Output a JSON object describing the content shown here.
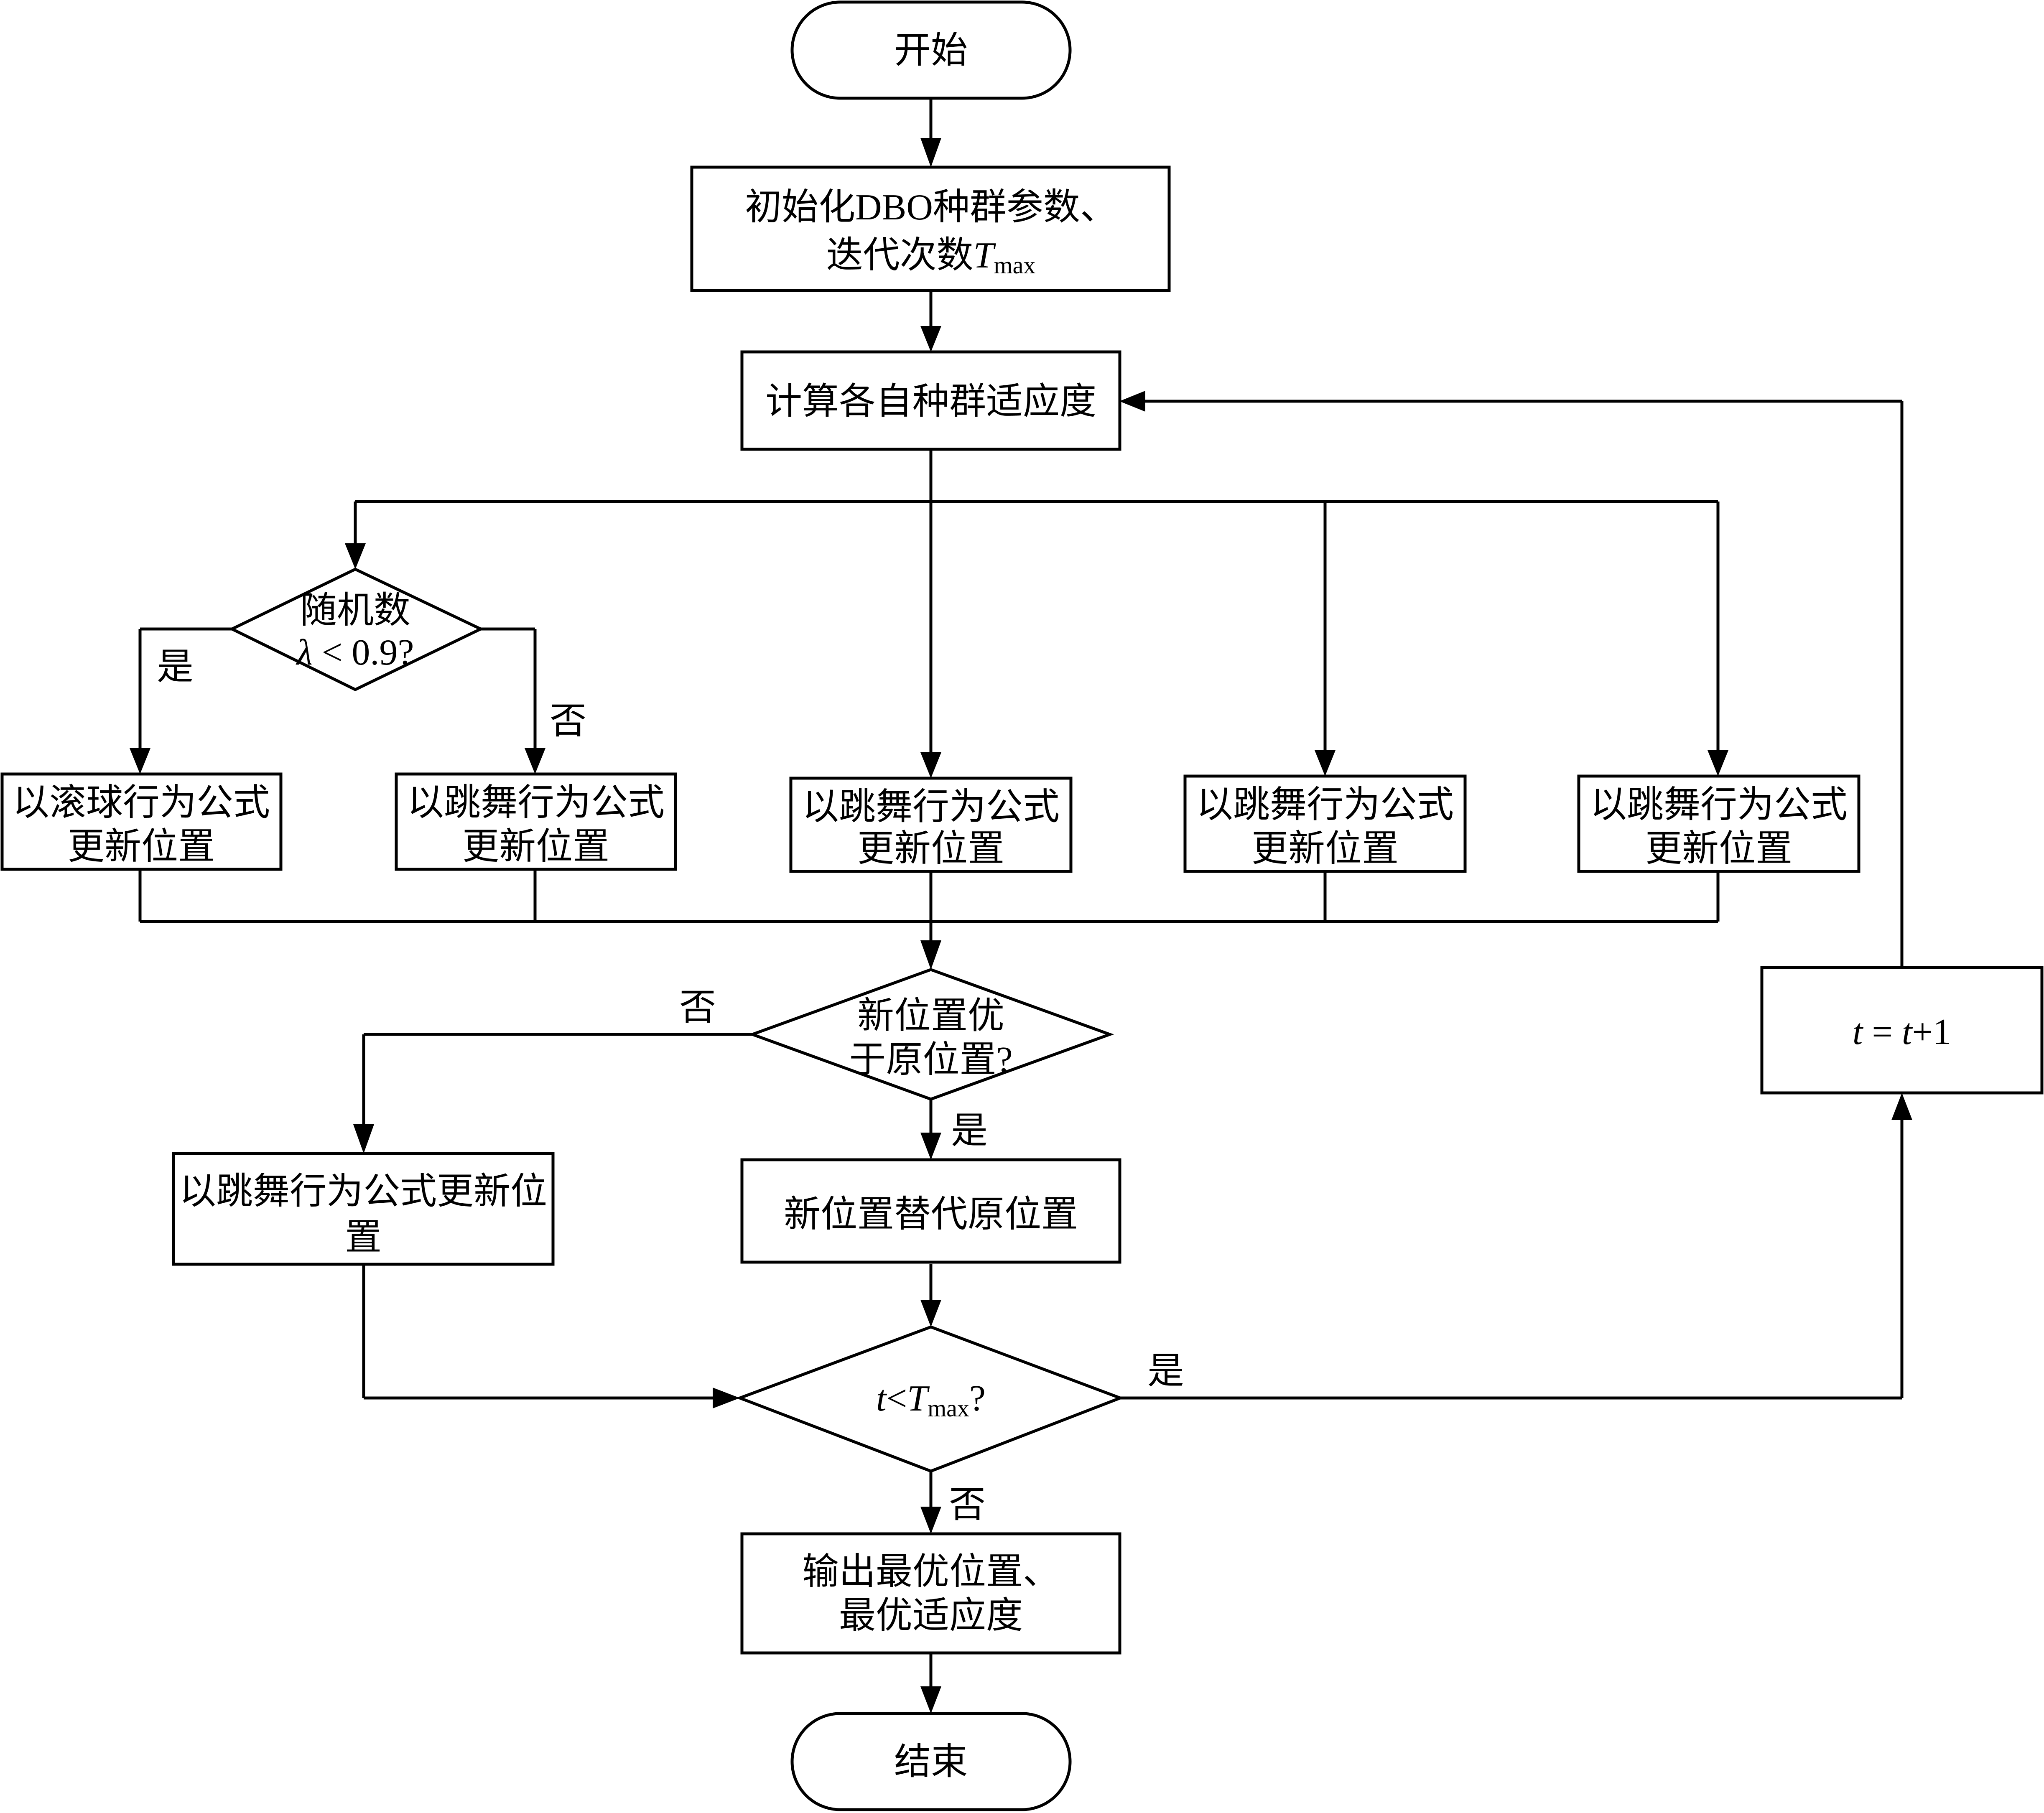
{
  "nodes": {
    "start": "开始",
    "init_line1": "初始化DBO种群参数、",
    "init_line2_prefix": "迭代次数",
    "t_var": "T",
    "max_sub": "max",
    "fitness": "计算各自种群适应度",
    "random_line1": "随机数",
    "lambda": "λ",
    "random_cond": " < 0.9?",
    "roll_line1": "以滚球行为公式",
    "update_line2": "更新位置",
    "dance_line1": "以跳舞行为公式",
    "compare_line1": "新位置优",
    "compare_line2": "于原位置?",
    "dance_full_line1": "以跳舞行为公式更新位",
    "dance_full_line2": "置",
    "replace": "新位置替代原位置",
    "t_small": "t",
    "lt": "<",
    "q": "?",
    "incr_eq": " = ",
    "incr_plus": "+1",
    "output_line1": "输出最优位置、",
    "output_line2": "最优适应度",
    "end": "结束"
  },
  "labels": {
    "yes": "是",
    "no": "否"
  }
}
